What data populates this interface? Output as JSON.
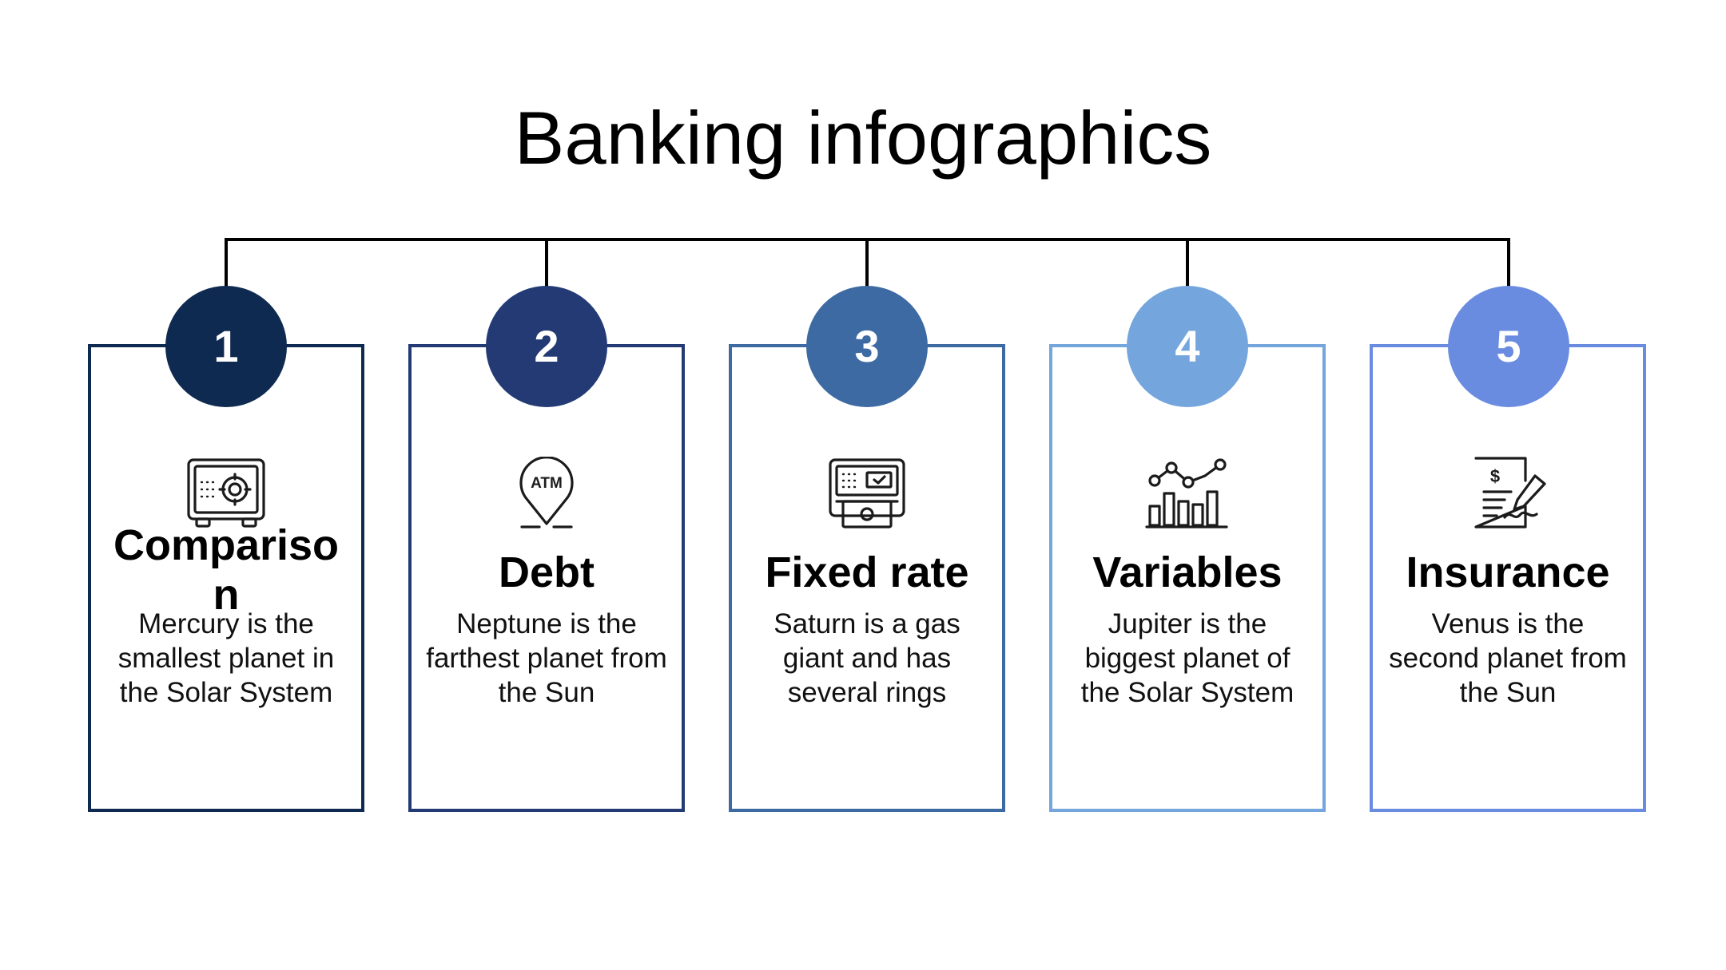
{
  "title": "Banking infographics",
  "colors": {
    "line": "#000000",
    "step_1": "#0f2a50",
    "step_2": "#233a74",
    "step_3": "#3d6aa3",
    "step_4": "#74a5dc",
    "step_5": "#6a8ce0"
  },
  "steps": [
    {
      "number": "1",
      "icon": "safe-icon",
      "heading": "Comparison",
      "description": "Mercury is the smallest planet in the Solar System"
    },
    {
      "number": "2",
      "icon": "atm-location-pin-icon",
      "heading": "Debt",
      "description": "Neptune is the farthest planet from the Sun"
    },
    {
      "number": "3",
      "icon": "atm-machine-icon",
      "heading": "Fixed rate",
      "description": "Saturn is a gas giant and has several rings"
    },
    {
      "number": "4",
      "icon": "bar-line-chart-icon",
      "heading": "Variables",
      "description": "Jupiter is the biggest planet of the Solar System"
    },
    {
      "number": "5",
      "icon": "signed-dollar-document-icon",
      "heading": "Insurance",
      "description": "Venus is the second planet from the Sun"
    }
  ]
}
